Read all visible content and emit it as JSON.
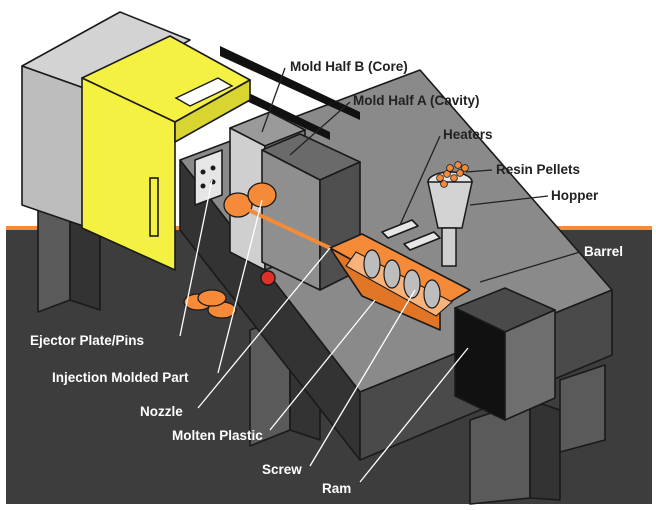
{
  "colors": {
    "accent_orange": "#f58b38",
    "mold_yellow": "#f4f142",
    "machine_dark": "#3b3b3b",
    "machine_mid": "#6e6e6e",
    "machine_light": "#a9a9a9",
    "floor": "#3d3d3d"
  },
  "labels": {
    "mold_half_b": "Mold Half B (Core)",
    "mold_half_a": "Mold Half A (Cavity)",
    "heaters": "Heaters",
    "resin_pellets": "Resin Pellets",
    "hopper": "Hopper",
    "barrel": "Barrel",
    "ejector": "Ejector Plate/Pins",
    "molded_part": "Injection Molded Part",
    "nozzle": "Nozzle",
    "molten_plastic": "Molten Plastic",
    "screw": "Screw",
    "ram": "Ram"
  }
}
